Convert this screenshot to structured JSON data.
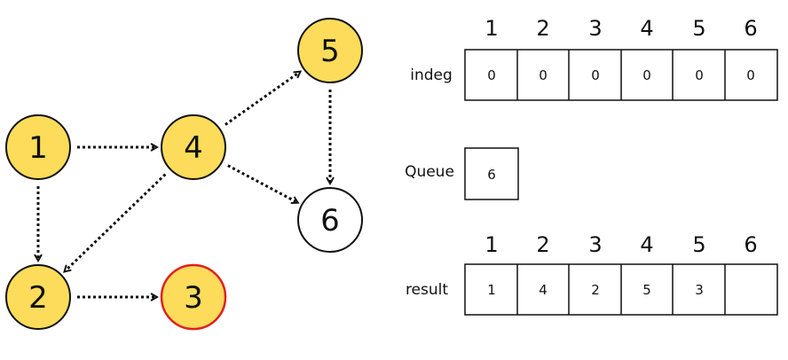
{
  "colors": {
    "node_fill_yellow": "#fcdc5a",
    "node_fill_white": "#ffffff",
    "node_stroke": "#111111",
    "highlight_stroke": "#e02020",
    "highlight_text": "#e02020",
    "edge": "#111111"
  },
  "graph": {
    "nodes": [
      {
        "id": "1",
        "label": "1",
        "state": "yellow"
      },
      {
        "id": "2",
        "label": "2",
        "state": "yellow"
      },
      {
        "id": "3",
        "label": "3",
        "state": "yellow-highlighted"
      },
      {
        "id": "4",
        "label": "4",
        "state": "yellow"
      },
      {
        "id": "5",
        "label": "5",
        "state": "yellow"
      },
      {
        "id": "6",
        "label": "6",
        "state": "white"
      }
    ],
    "edges": [
      {
        "from": "1",
        "to": "4"
      },
      {
        "from": "1",
        "to": "2"
      },
      {
        "from": "4",
        "to": "5"
      },
      {
        "from": "4",
        "to": "6"
      },
      {
        "from": "4",
        "to": "2"
      },
      {
        "from": "5",
        "to": "6"
      },
      {
        "from": "2",
        "to": "3"
      }
    ]
  },
  "indeg": {
    "label": "indeg",
    "columns": [
      "1",
      "2",
      "3",
      "4",
      "5",
      "6"
    ],
    "values": [
      "0",
      "0",
      "0",
      "0",
      "0",
      "0"
    ],
    "highlight_index": 5
  },
  "queue": {
    "label": "Queue",
    "items": [
      "6"
    ]
  },
  "result": {
    "label": "result",
    "columns": [
      "1",
      "2",
      "3",
      "4",
      "5",
      "6"
    ],
    "values": [
      "1",
      "4",
      "2",
      "5",
      "3",
      ""
    ]
  }
}
